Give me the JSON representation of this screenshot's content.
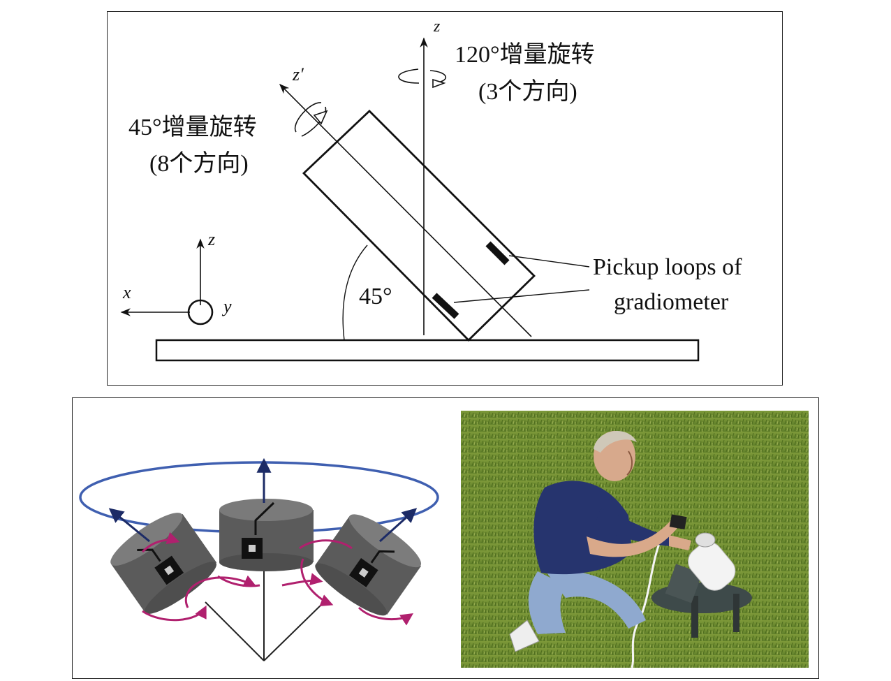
{
  "top_diagram": {
    "axis_z_vertical": "z",
    "axis_z_prime": "z′",
    "rotation_120": "120°增量旋转",
    "rotation_120_dirs": "(3个方向)",
    "rotation_45": "45°增量旋转",
    "rotation_45_dirs": "(8个方向)",
    "angle_label": "45°",
    "pickup_line1": "Pickup loops of",
    "pickup_line2": "gradiometer",
    "frame_z": "z",
    "frame_x": "x",
    "frame_y": "y"
  },
  "bottom_left": {
    "ring_color": "#3f5fb0",
    "arrow_color": "#1c2b66",
    "rotation_arrow_color": "#b0206e",
    "cylinder_color": "#555555"
  },
  "bottom_right": {
    "grass_color": "#6f8f33",
    "shirt_color": "#26346e",
    "jeans_color": "#8fa9cf"
  }
}
